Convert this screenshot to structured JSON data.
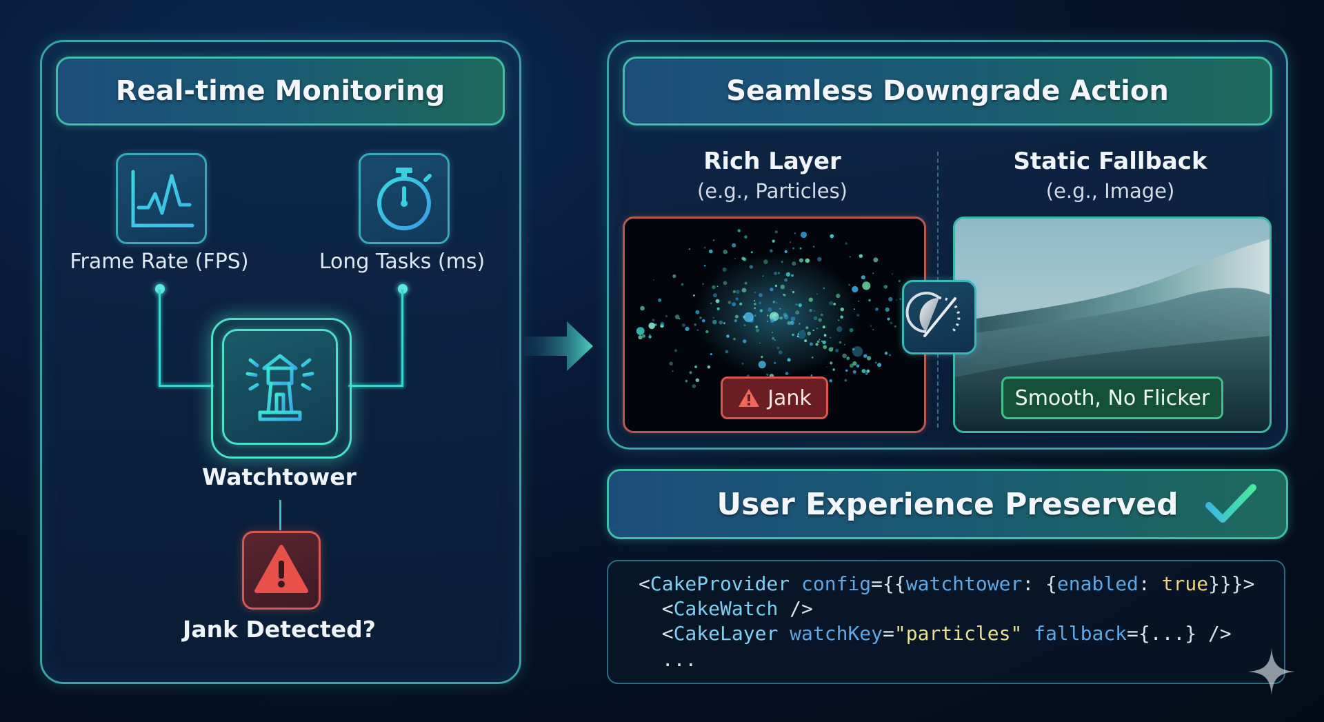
{
  "monitoring": {
    "title": "Real-time Monitoring",
    "fps_label": "Frame Rate (FPS)",
    "longtask_label": "Long Tasks (ms)",
    "watchtower_label": "Watchtower",
    "jank_detected_label": "Jank Detected?"
  },
  "downgrade": {
    "title": "Seamless Downgrade Action",
    "rich_title": "Rich Layer",
    "rich_subtitle": "(e.g., Particles)",
    "static_title": "Static Fallback",
    "static_subtitle": "(e.g., Image)",
    "jank_badge": "Jank",
    "smooth_badge": "Smooth, No Flicker"
  },
  "ux": {
    "title": "User Experience Preserved"
  },
  "code": {
    "line1": {
      "open": "<",
      "tag": "CakeProvider",
      "sp": " ",
      "attr": "config",
      "eq": "={{",
      "key": "watchtower",
      "colon": ": {",
      "key2": "enabled",
      "colon2": ": ",
      "val": "true",
      "close": "}}}>"
    },
    "line2": {
      "indent": "  ",
      "open": "<",
      "tag": "CakeWatch",
      "close": " />"
    },
    "line3": {
      "indent": "  ",
      "open": "<",
      "tag": "CakeLayer",
      "sp": " ",
      "attr": "watchKey",
      "eq": "=",
      "val": "\"particles\"",
      "sp2": " ",
      "attr2": "fallback",
      "rest": "={...} />"
    },
    "line4": "  ..."
  },
  "colors": {
    "accent_teal": "#3bd6d0",
    "alert_red": "#e0524a",
    "success_green": "#3fc28a"
  }
}
